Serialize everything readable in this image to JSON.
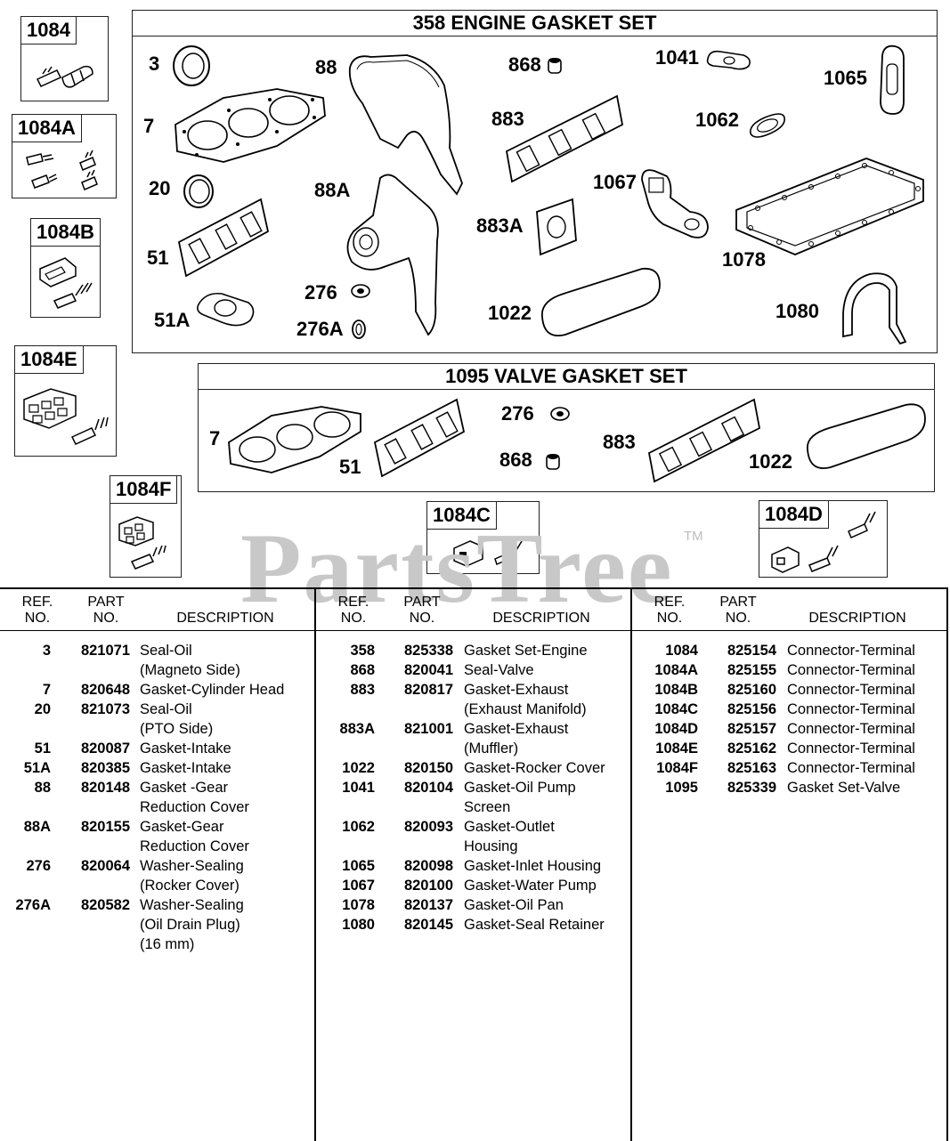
{
  "connectors": {
    "c1084": "1084",
    "c1084a": "1084A",
    "c1084b": "1084B",
    "c1084e": "1084E",
    "c1084f": "1084F",
    "c1084c": "1084C",
    "c1084d": "1084D"
  },
  "engine_set": {
    "title": "358 ENGINE GASKET SET",
    "labels": {
      "l3": "3",
      "l7": "7",
      "l20": "20",
      "l51": "51",
      "l51a": "51A",
      "l88": "88",
      "l88a": "88A",
      "l276": "276",
      "l276a": "276A",
      "l868": "868",
      "l883": "883",
      "l883a": "883A",
      "l1041": "1041",
      "l1062": "1062",
      "l1067": "1067",
      "l1065": "1065",
      "l1078": "1078",
      "l1022": "1022",
      "l1080": "1080"
    }
  },
  "valve_set": {
    "title": "1095 VALVE GASKET SET",
    "labels": {
      "l7": "7",
      "l51": "51",
      "l276": "276",
      "l868": "868",
      "l883": "883",
      "l1022": "1022"
    }
  },
  "watermark": {
    "text": "PartsTree",
    "tm": "TM"
  },
  "table": {
    "headers": {
      "ref1": "REF.",
      "ref2": "NO.",
      "part1": "PART",
      "part2": "NO.",
      "desc": "DESCRIPTION"
    },
    "col1": [
      {
        "ref": "3",
        "part": "821071",
        "desc": "Seal-Oil"
      },
      {
        "ref": "",
        "part": "",
        "desc": "(Magneto Side)"
      },
      {
        "ref": "7",
        "part": "820648",
        "desc": "Gasket-Cylinder Head"
      },
      {
        "ref": "20",
        "part": "821073",
        "desc": "Seal-Oil"
      },
      {
        "ref": "",
        "part": "",
        "desc": "(PTO Side)"
      },
      {
        "ref": "51",
        "part": "820087",
        "desc": "Gasket-Intake"
      },
      {
        "ref": "51A",
        "part": "820385",
        "desc": "Gasket-Intake"
      },
      {
        "ref": "88",
        "part": "820148",
        "desc": "Gasket -Gear"
      },
      {
        "ref": "",
        "part": "",
        "desc": "Reduction Cover"
      },
      {
        "ref": "88A",
        "part": "820155",
        "desc": "Gasket-Gear"
      },
      {
        "ref": "",
        "part": "",
        "desc": "Reduction Cover"
      },
      {
        "ref": "276",
        "part": "820064",
        "desc": "Washer-Sealing"
      },
      {
        "ref": "",
        "part": "",
        "desc": "(Rocker Cover)"
      },
      {
        "ref": "276A",
        "part": "820582",
        "desc": "Washer-Sealing"
      },
      {
        "ref": "",
        "part": "",
        "desc": "(Oil Drain Plug)"
      },
      {
        "ref": "",
        "part": "",
        "desc": "(16 mm)"
      }
    ],
    "col2": [
      {
        "ref": "358",
        "part": "825338",
        "desc": "Gasket Set-Engine"
      },
      {
        "ref": "868",
        "part": "820041",
        "desc": "Seal-Valve"
      },
      {
        "ref": "883",
        "part": "820817",
        "desc": "Gasket-Exhaust"
      },
      {
        "ref": "",
        "part": "",
        "desc": "(Exhaust Manifold)"
      },
      {
        "ref": "883A",
        "part": "821001",
        "desc": "Gasket-Exhaust"
      },
      {
        "ref": "",
        "part": "",
        "desc": "(Muffler)"
      },
      {
        "ref": "1022",
        "part": "820150",
        "desc": "Gasket-Rocker Cover"
      },
      {
        "ref": "1041",
        "part": "820104",
        "desc": "Gasket-Oil Pump"
      },
      {
        "ref": "",
        "part": "",
        "desc": "Screen"
      },
      {
        "ref": "1062",
        "part": "820093",
        "desc": "Gasket-Outlet"
      },
      {
        "ref": "",
        "part": "",
        "desc": "Housing"
      },
      {
        "ref": "1065",
        "part": "820098",
        "desc": "Gasket-Inlet Housing"
      },
      {
        "ref": "1067",
        "part": "820100",
        "desc": "Gasket-Water Pump"
      },
      {
        "ref": "1078",
        "part": "820137",
        "desc": "Gasket-Oil Pan"
      },
      {
        "ref": "1080",
        "part": "820145",
        "desc": "Gasket-Seal Retainer"
      }
    ],
    "col3": [
      {
        "ref": "1084",
        "part": "825154",
        "desc": "Connector-Terminal"
      },
      {
        "ref": "1084A",
        "part": "825155",
        "desc": "Connector-Terminal"
      },
      {
        "ref": "1084B",
        "part": "825160",
        "desc": "Connector-Terminal"
      },
      {
        "ref": "1084C",
        "part": "825156",
        "desc": "Connector-Terminal"
      },
      {
        "ref": "1084D",
        "part": "825157",
        "desc": "Connector-Terminal"
      },
      {
        "ref": "1084E",
        "part": "825162",
        "desc": "Connector-Terminal"
      },
      {
        "ref": "1084F",
        "part": "825163",
        "desc": "Connector-Terminal"
      },
      {
        "ref": "1095",
        "part": "825339",
        "desc": "Gasket Set-Valve"
      }
    ]
  }
}
